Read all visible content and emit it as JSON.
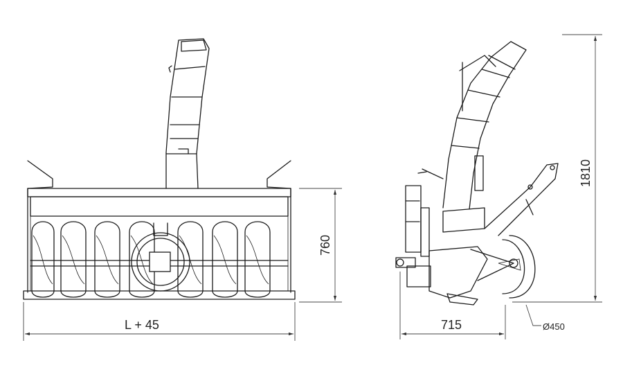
{
  "dimensions": {
    "width_label": "L + 45",
    "front_height": "760",
    "side_depth": "715",
    "total_height": "1810",
    "wheel_diameter": "Ø450"
  }
}
